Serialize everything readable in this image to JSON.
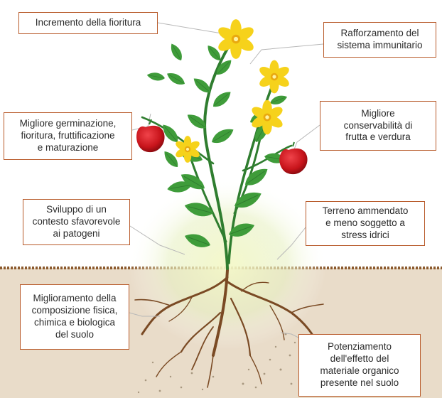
{
  "colors": {
    "box_border": "#b85a2a",
    "soil": "#e9dcc9",
    "soil_line": "#8c5a2e",
    "leaf": "#3f9c3a",
    "stem": "#2f7d2f",
    "petal": "#f6d21b",
    "fruit": "#c8141b",
    "root": "#7a4a24"
  },
  "labels": {
    "fioritura": [
      "Incremento della fioritura"
    ],
    "immunitario": [
      "Rafforzamento del",
      "sistema immunitario"
    ],
    "germinazione": [
      "Migliore germinazione,",
      "fioritura, fruttificazione",
      "e maturazione"
    ],
    "conservabilita": [
      "Migliore",
      "conservabilità di",
      "frutta e verdura"
    ],
    "contesto": [
      "Sviluppo di un",
      "contesto sfavorevole",
      "ai patogeni"
    ],
    "terreno": [
      "Terreno ammendato",
      "e meno soggetto a",
      "stress idrici"
    ],
    "composizione": [
      "Miglioramento della",
      "composizione fisica,",
      "chimica e biologica",
      "del suolo"
    ],
    "potenziamento": [
      "Potenziamento",
      "dell'effetto del",
      "materiale organico",
      "presente nel suolo"
    ]
  }
}
